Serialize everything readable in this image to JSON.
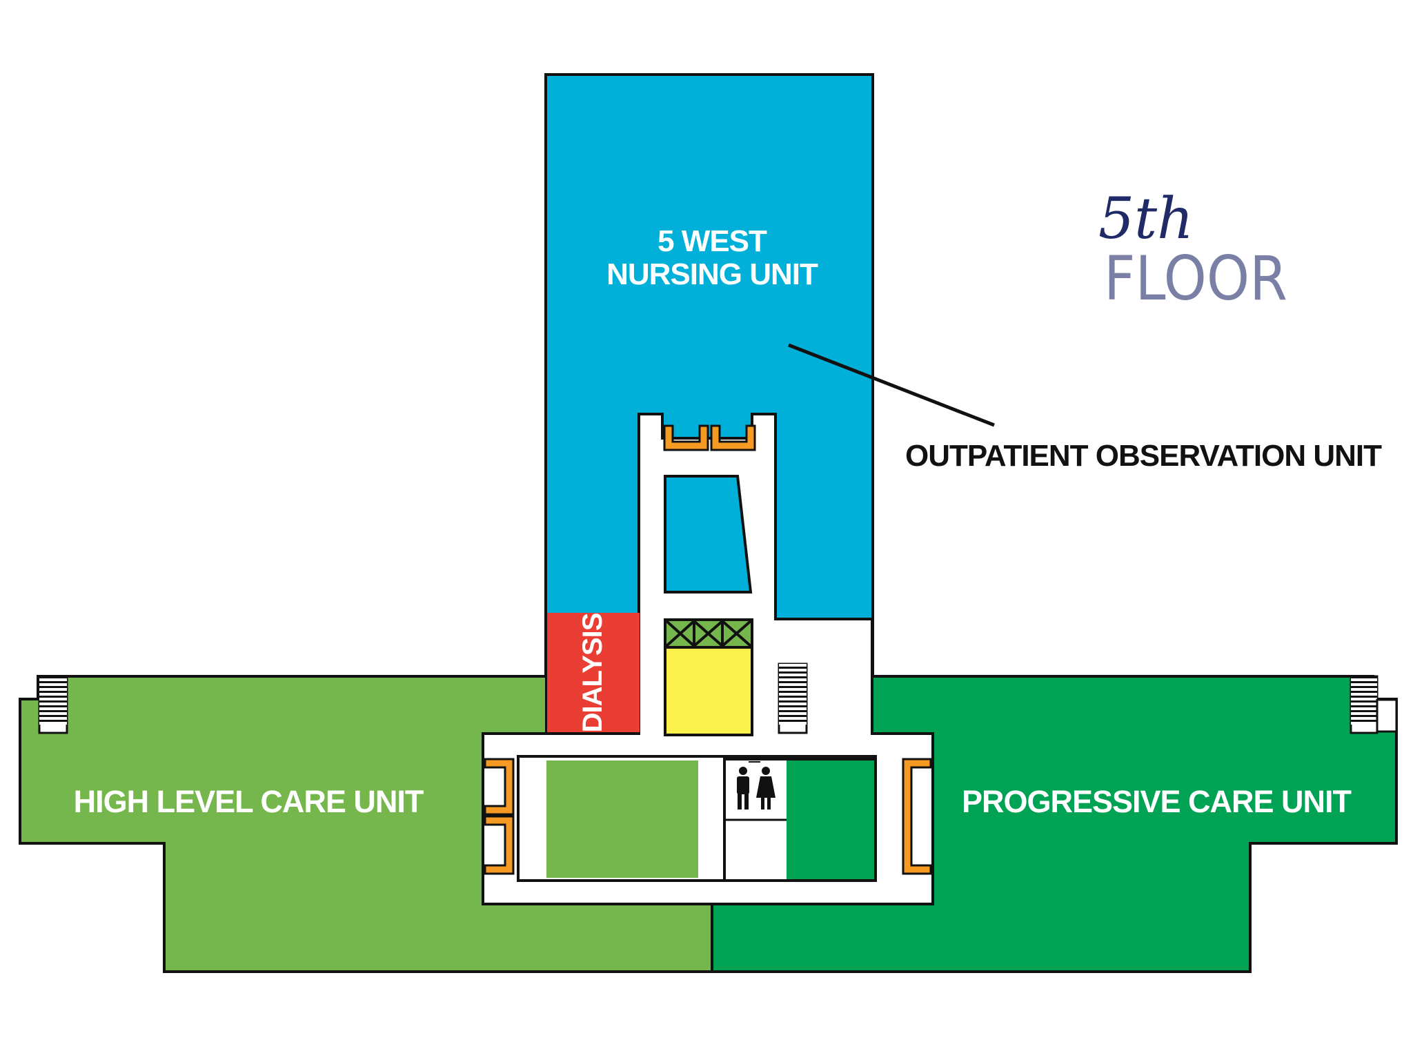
{
  "floor": {
    "number": "5th",
    "word": "FLOOR"
  },
  "units": {
    "west_line1": "5 WEST",
    "west_line2": "NURSING UNIT",
    "high_level": "HIGH LEVEL CARE UNIT",
    "progressive": "PROGRESSIVE CARE UNIT",
    "dialysis": "DIALYSIS"
  },
  "callout": {
    "label": "OUTPATIENT OBSERVATION UNIT"
  },
  "icons": {
    "restroom": "restroom-icon",
    "stairs": "stairs-icon",
    "elevator": "elevator-icon"
  },
  "colors": {
    "nursing_blue": "#00b0d8",
    "high_level_green": "#76b74d",
    "progressive_green": "#00a253",
    "dialysis_red": "#ea3d33",
    "elevator_yellow": "#fbf14c",
    "stair_orange": "#f59a23",
    "outline": "#111111"
  }
}
